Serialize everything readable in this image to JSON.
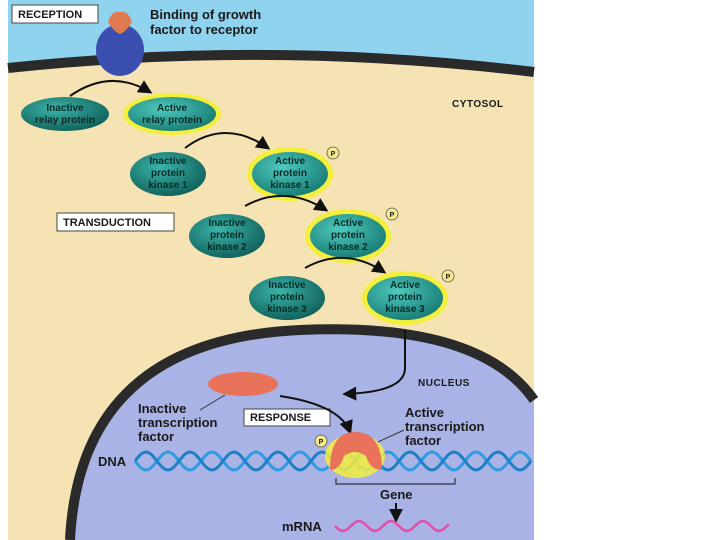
{
  "labels": {
    "reception": "RECEPTION",
    "binding_line1": "Binding of growth",
    "binding_line2": "factor to receptor",
    "cytosol": "CYTOSOL",
    "transduction": "TRANSDUCTION",
    "nucleus": "NUCLEUS",
    "response": "RESPONSE",
    "inactive_tf_line1": "Inactive",
    "inactive_tf_line2": "transcription",
    "inactive_tf_line3": "factor",
    "active_tf_line1": "Active",
    "active_tf_line2": "transcription",
    "active_tf_line3": "factor",
    "dna": "DNA",
    "gene": "Gene",
    "mrna": "mRNA",
    "phosphate": "P"
  },
  "ovals": {
    "relay_inactive": [
      "Inactive",
      "relay protein"
    ],
    "relay_active": [
      "Active",
      "relay protein"
    ],
    "kinase1_inactive": [
      "Inactive",
      "protein",
      "kinase 1"
    ],
    "kinase1_active": [
      "Active",
      "protein",
      "kinase 1"
    ],
    "kinase2_inactive": [
      "Inactive",
      "protein",
      "kinase 2"
    ],
    "kinase2_active": [
      "Active",
      "protein",
      "kinase 2"
    ],
    "kinase3_inactive": [
      "Inactive",
      "protein",
      "kinase 3"
    ],
    "kinase3_active": [
      "Active",
      "protein",
      "kinase 3"
    ]
  },
  "colors": {
    "outside": "#8fd3ee",
    "cytosol": "#f6e3b4",
    "membrane": "#2a2a2a",
    "nucleus": "#a9b3e6",
    "protein_inactive": "#1f8a82",
    "protein_active": "#2aa89d",
    "active_glow": "#f3ef3c",
    "receptor": "#3a4fb0",
    "ligand": "#e07a50",
    "transcription_factor": "#e8735a",
    "dna": "#2e9be0",
    "mrna": "#e44ea8"
  }
}
